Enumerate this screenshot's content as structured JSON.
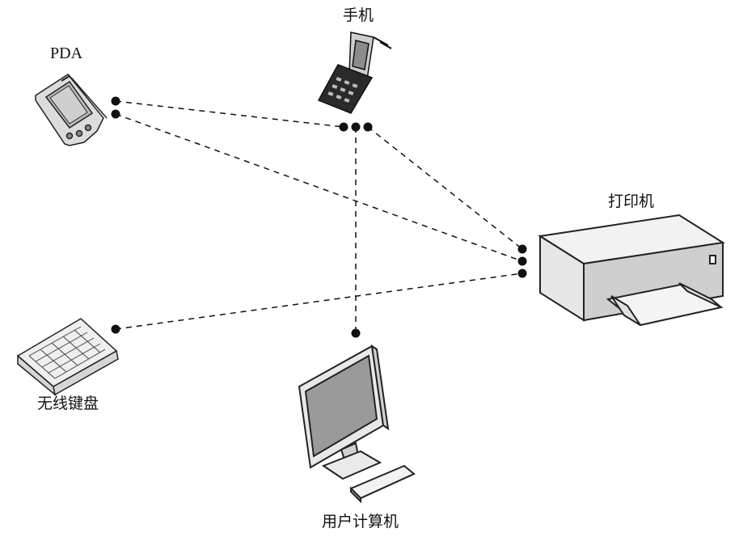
{
  "devices": {
    "phone": {
      "label": "手机",
      "icon": "mobile-phone-icon"
    },
    "pda": {
      "label": "PDA",
      "icon": "pda-icon"
    },
    "printer": {
      "label": "打印机",
      "icon": "printer-icon"
    },
    "keyboard": {
      "label": "无线键盘",
      "icon": "wireless-keyboard-icon"
    },
    "computer": {
      "label": "用户计算机",
      "icon": "desktop-computer-icon"
    }
  },
  "connections": [
    {
      "from": "pda",
      "to": "phone"
    },
    {
      "from": "pda",
      "to": "printer"
    },
    {
      "from": "phone",
      "to": "printer"
    },
    {
      "from": "phone",
      "to": "computer"
    },
    {
      "from": "keyboard",
      "to": "printer"
    }
  ],
  "style": {
    "line_color": "#111111",
    "device_fill": "#d9d9d9",
    "screen_fill": "#9a9a9a"
  }
}
